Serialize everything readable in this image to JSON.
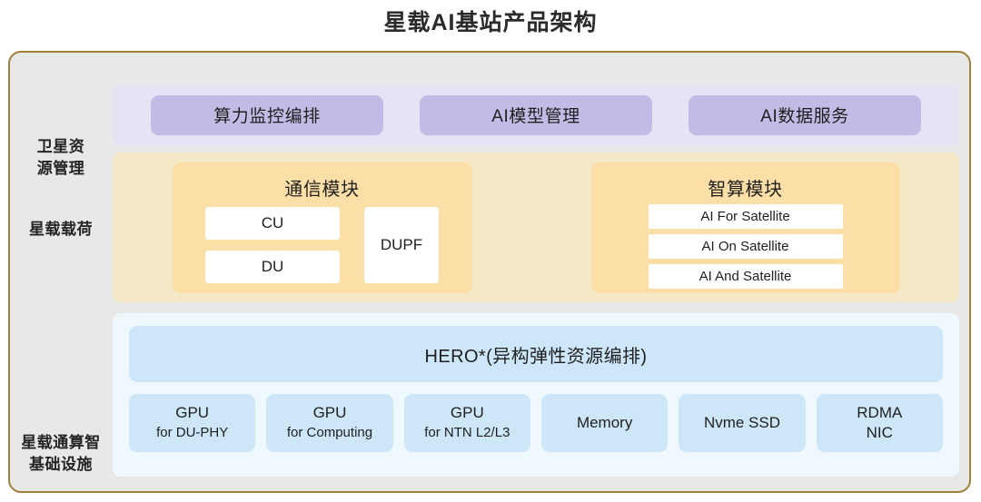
{
  "title": "星载AI基站产品架构",
  "theme": {
    "frame_border": "#a07f39",
    "frame_bg": "#e8e8e8",
    "purple_band": "#e7e3f4",
    "purple_pill": "#c2bbe6",
    "orange_band": "#f4e8c6",
    "orange_module": "#fcdfa7",
    "blue_band": "#eef8fd",
    "blue_box": "#cde7f8",
    "white_box": "#ffffff"
  },
  "rows": {
    "resource_mgmt": {
      "label_line1": "卫星资",
      "label_line2": "源管理",
      "items": [
        {
          "label": "算力监控编排"
        },
        {
          "label": "AI模型管理"
        },
        {
          "label": "AI数据服务"
        }
      ]
    },
    "payload": {
      "label": "星载载荷",
      "modules": [
        {
          "title": "通信模块",
          "stacked": [
            {
              "label": "CU"
            },
            {
              "label": "DU"
            }
          ],
          "side": {
            "label": "DUPF"
          }
        },
        {
          "title": "智算模块",
          "items": [
            {
              "label": "AI For Satellite"
            },
            {
              "label": "AI On Satellite"
            },
            {
              "label": "AI And Satellite"
            }
          ]
        }
      ]
    },
    "infrastructure": {
      "label_line1": "星载通算智",
      "label_line2": "基础设施",
      "orchestrator": {
        "label": "HERO*(异构弹性资源编排)"
      },
      "hardware": [
        {
          "line1": "GPU",
          "line2": "for DU-PHY"
        },
        {
          "line1": "GPU",
          "line2": "for Computing"
        },
        {
          "line1": "GPU",
          "line2": "for NTN  L2/L3"
        },
        {
          "line1": "Memory",
          "line2": ""
        },
        {
          "line1": "Nvme SSD",
          "line2": ""
        },
        {
          "line1": "RDMA",
          "line2": "NIC"
        }
      ]
    }
  }
}
